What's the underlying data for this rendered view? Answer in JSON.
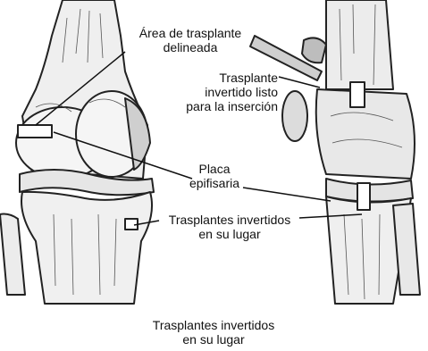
{
  "labels": {
    "area_line1": "Área de trasplante",
    "area_line2": "delineada",
    "listo_line1": "Trasplante",
    "listo_line2": "invertido listo",
    "listo_line3": "para la inserción",
    "placa_line1": "Placa",
    "placa_line2": "epifisaria",
    "lugar_line1": "Trasplantes invertidos",
    "lugar_line2": "en su lugar"
  },
  "caption": {
    "line1": "Trasplantes invertidos",
    "line2": "en su lugar"
  },
  "colors": {
    "ink": "#111111",
    "paper": "#ffffff",
    "shade": "#d8d8d8"
  }
}
